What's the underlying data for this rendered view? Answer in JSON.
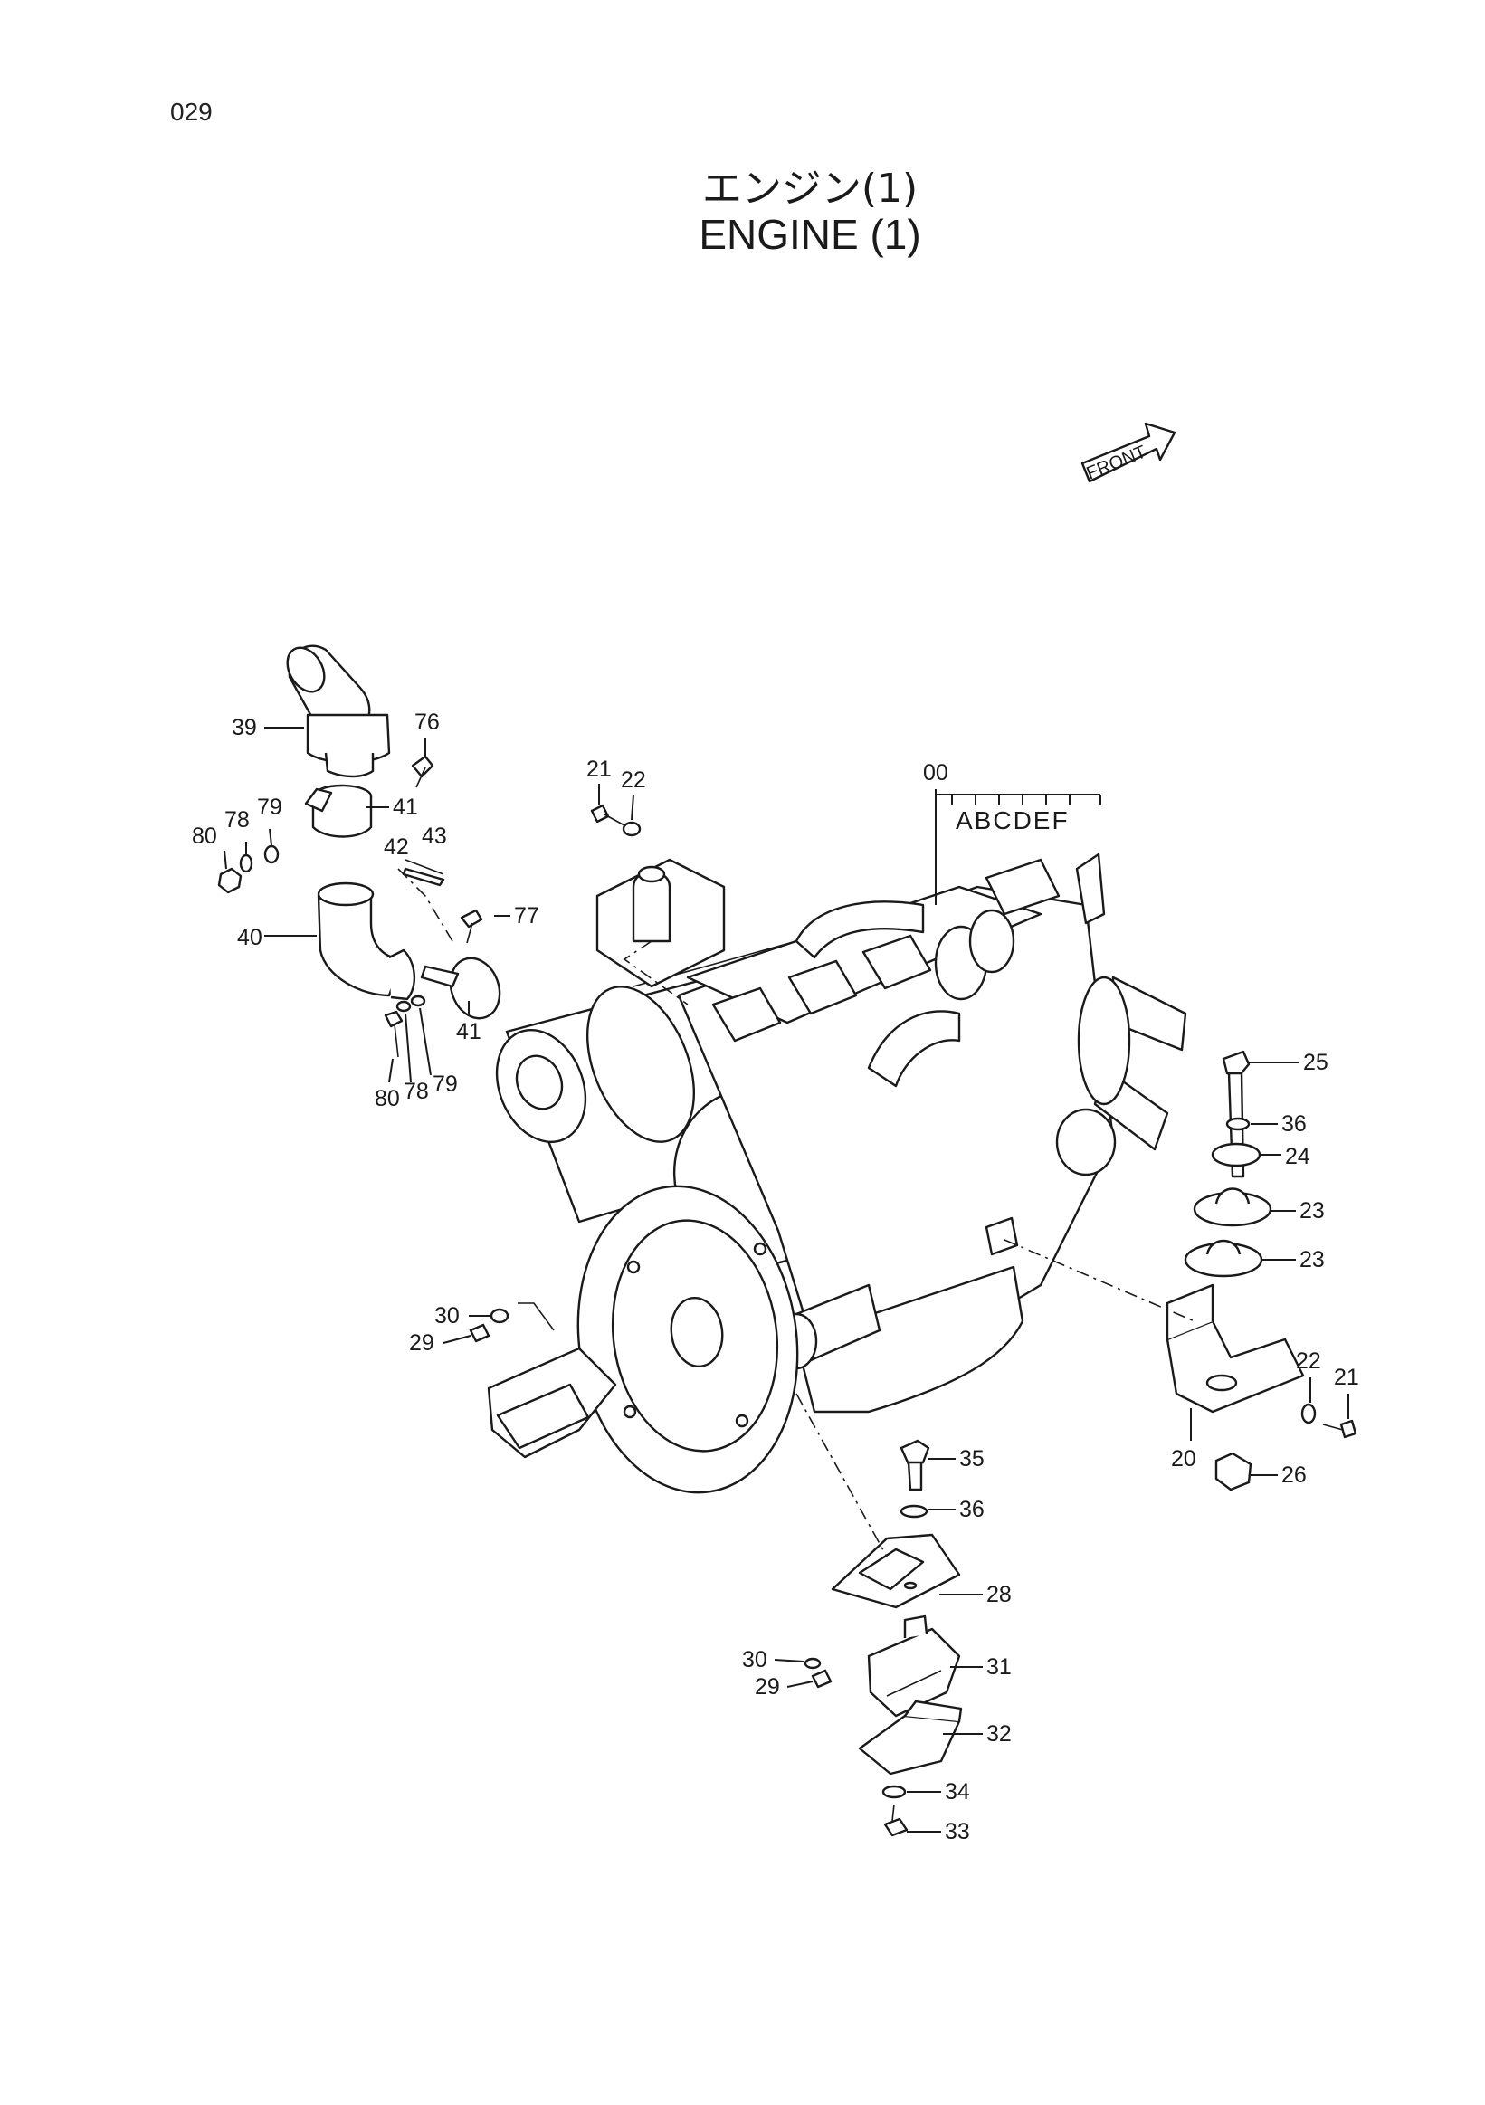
{
  "page_number": "029",
  "title_jp": "エンジン(1)",
  "title_en": "ENGINE (1)",
  "front_label": "FRONT",
  "assembly": {
    "number": "00",
    "variants": "ABCDEF"
  },
  "callouts": [
    {
      "id": "c39",
      "text": "39"
    },
    {
      "id": "c76",
      "text": "76"
    },
    {
      "id": "c80a",
      "text": "80"
    },
    {
      "id": "c78a",
      "text": "78"
    },
    {
      "id": "c79a",
      "text": "79"
    },
    {
      "id": "c41a",
      "text": "41"
    },
    {
      "id": "c42",
      "text": "42"
    },
    {
      "id": "c43",
      "text": "43"
    },
    {
      "id": "c40",
      "text": "40"
    },
    {
      "id": "c77",
      "text": "77"
    },
    {
      "id": "c41b",
      "text": "41"
    },
    {
      "id": "c80b",
      "text": "80"
    },
    {
      "id": "c78b",
      "text": "78"
    },
    {
      "id": "c79b",
      "text": "79"
    },
    {
      "id": "c21a",
      "text": "21"
    },
    {
      "id": "c22a",
      "text": "22"
    },
    {
      "id": "c25",
      "text": "25"
    },
    {
      "id": "c36a",
      "text": "36"
    },
    {
      "id": "c24",
      "text": "24"
    },
    {
      "id": "c23a",
      "text": "23"
    },
    {
      "id": "c23b",
      "text": "23"
    },
    {
      "id": "c22b",
      "text": "22"
    },
    {
      "id": "c21b",
      "text": "21"
    },
    {
      "id": "c20",
      "text": "20"
    },
    {
      "id": "c26",
      "text": "26"
    },
    {
      "id": "c30a",
      "text": "30"
    },
    {
      "id": "c29a",
      "text": "29"
    },
    {
      "id": "c35",
      "text": "35"
    },
    {
      "id": "c36b",
      "text": "36"
    },
    {
      "id": "c28",
      "text": "28"
    },
    {
      "id": "c30b",
      "text": "30"
    },
    {
      "id": "c29b",
      "text": "29"
    },
    {
      "id": "c31",
      "text": "31"
    },
    {
      "id": "c32",
      "text": "32"
    },
    {
      "id": "c34",
      "text": "34"
    },
    {
      "id": "c33",
      "text": "33"
    }
  ]
}
